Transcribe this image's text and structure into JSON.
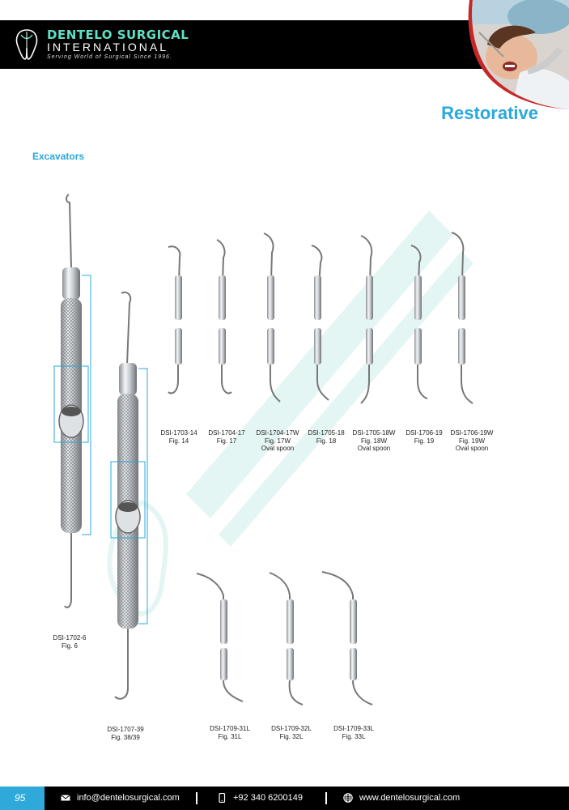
{
  "header": {
    "brand_line1": "DENTELO SURGICAL",
    "brand_line2": "INTERNATIONAL",
    "brand_tagline": "Serving World of Surgical Since 1996."
  },
  "page": {
    "title": "Restorative",
    "subtitle": "Excavators"
  },
  "products": [
    {
      "code": "DSI-1702-6",
      "fig": "Fig. 6",
      "note": ""
    },
    {
      "code": "DSI-1707-39",
      "fig": "Fig. 38/39",
      "note": ""
    },
    {
      "code": "DSI-1703-14",
      "fig": "Fig. 14",
      "note": ""
    },
    {
      "code": "DSI-1704-17",
      "fig": "Fig. 17",
      "note": ""
    },
    {
      "code": "DSI-1704-17W",
      "fig": "Fig. 17W",
      "note": "Oval spoon"
    },
    {
      "code": "DSI-1705-18",
      "fig": "Fig. 18",
      "note": ""
    },
    {
      "code": "DSI-1705-18W",
      "fig": "Fig. 18W",
      "note": "Oval spoon"
    },
    {
      "code": "DSI-1706-19",
      "fig": "Fig. 19",
      "note": ""
    },
    {
      "code": "DSI-1706-19W",
      "fig": "Fig. 19W",
      "note": "Oval spoon"
    },
    {
      "code": "DSI-1709-31L",
      "fig": "Fig. 31L",
      "note": ""
    },
    {
      "code": "DSI-1709-32L",
      "fig": "Fig. 32L",
      "note": ""
    },
    {
      "code": "DSI-1709-33L",
      "fig": "Fig. 33L",
      "note": ""
    }
  ],
  "footer": {
    "page_number": "95",
    "email": "info@dentelosurgical.com",
    "phone": "+92 340 6200149",
    "website": "www.dentelosurgical.com"
  },
  "colors": {
    "accent": "#29a8dc",
    "header_bg": "#000000",
    "page_box": "#2ea9d9"
  },
  "icons": [
    "logo-mark-icon",
    "email-icon",
    "phone-icon",
    "globe-icon"
  ]
}
